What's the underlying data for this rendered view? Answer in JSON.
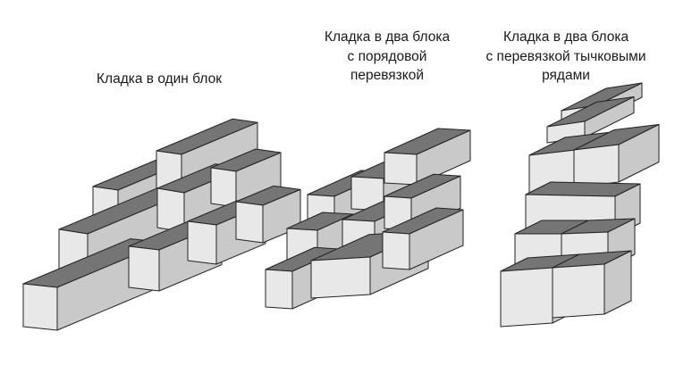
{
  "captions": {
    "single_block": {
      "line1": "Кладка в один блок"
    },
    "double_block_row": {
      "line1": "Кладка в два блока",
      "line2": "с порядовой",
      "line3": "перевязкой"
    },
    "double_block_tych": {
      "line1": "Кладка в два блока",
      "line2": "с перевязкой тычковыми",
      "line3": "рядами"
    }
  },
  "colors": {
    "top_face": "#757575",
    "front_face": "#e8e8e8",
    "side_face": "#c9c9c9",
    "outline": "#222222"
  }
}
